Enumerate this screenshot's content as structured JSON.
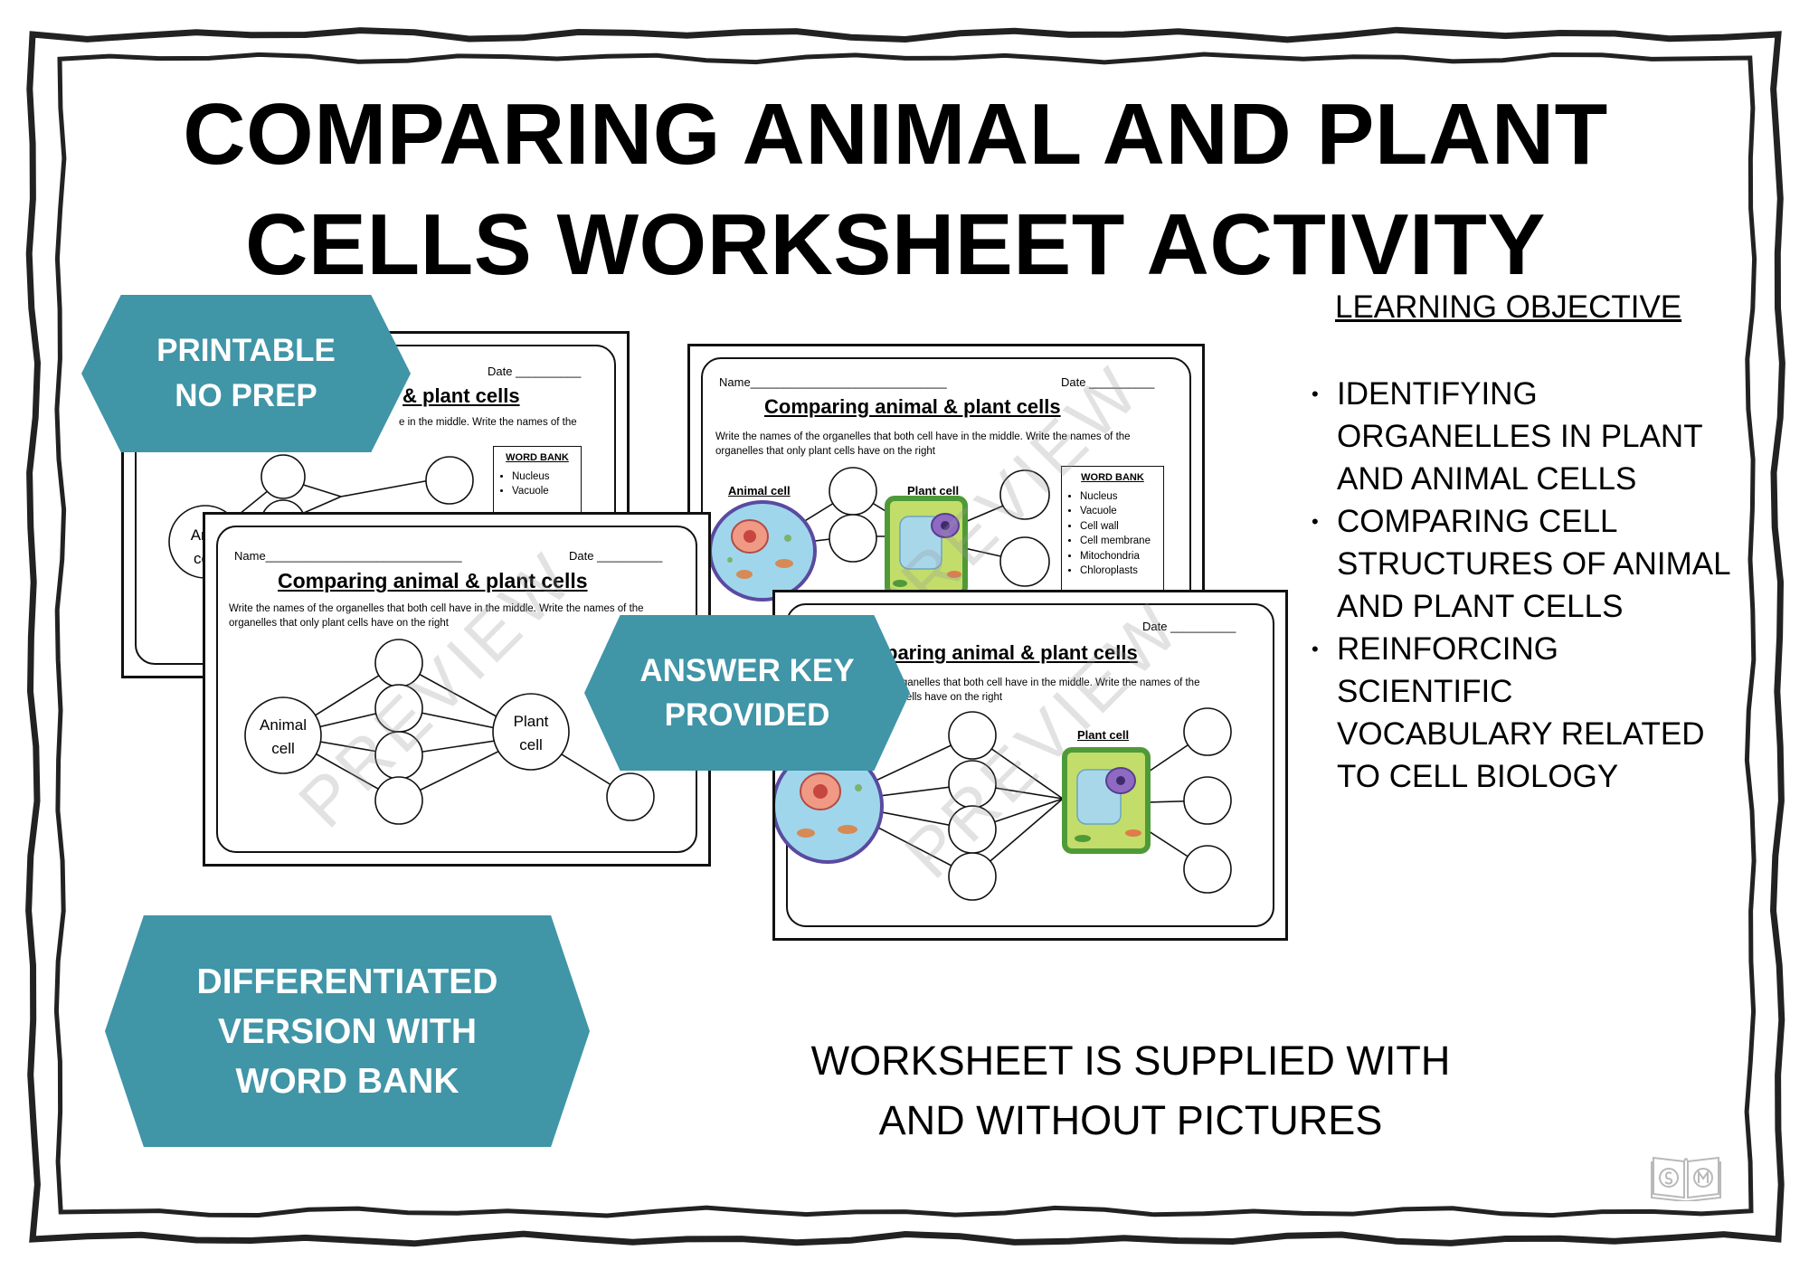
{
  "title": {
    "line1": "COMPARING ANIMAL AND PLANT",
    "line2": "CELLS WORKSHEET ACTIVITY"
  },
  "learning_objective": {
    "heading": "LEARNING OBJECTIVE",
    "items": [
      "IDENTIFYING ORGANELLES IN PLANT AND ANIMAL CELLS",
      "COMPARING CELL STRUCTURES OF ANIMAL AND PLANT CELLS",
      "REINFORCING SCIENTIFIC VOCABULARY RELATED TO CELL BIOLOGY"
    ]
  },
  "badges": {
    "printable": {
      "line1": "PRINTABLE",
      "line2": "NO PREP"
    },
    "answer_key": {
      "line1": "ANSWER KEY",
      "line2": "PROVIDED"
    },
    "differentiated": {
      "line1": "DIFFERENTIATED",
      "line2": "VERSION WITH",
      "line3": "WORD BANK"
    }
  },
  "footnote": {
    "line1": "WORKSHEET IS SUPPLIED WITH",
    "line2": "AND WITHOUT PICTURES"
  },
  "worksheet": {
    "name_field": "Name______________________________",
    "date_field": "Date __________",
    "title": "Comparing animal & plant cells",
    "title_partial": "& plant cells",
    "title_partial_right": "paring animal & plant cells",
    "instruction_line1": "Write the names of the organelles that both cell have in the middle. Write the names of the",
    "instruction_line2": "organelles that only plant cells have on the right",
    "instruction_partial1": "e in the middle. Write the names of the",
    "instruction_partial2_line1": "e organelles that both cell have in the middle. Write the names of the",
    "instruction_partial2_line2": "ant cells have on the right",
    "word_bank_heading": "WORD BANK",
    "word_bank_full": [
      "Nucleus",
      "Vacuole",
      "Cell wall",
      "Cell membrane",
      "Mitochondria",
      "Chloroplasts"
    ],
    "word_bank_short": [
      "Nucleus",
      "Vacuole"
    ],
    "animal_cell_label": "Animal cell",
    "plant_cell_label": "Plant cell",
    "circle_animal": {
      "line1": "Animal",
      "line2": "cell"
    },
    "circle_plant": {
      "line1": "Plant",
      "line2": "cell"
    },
    "circle_partial_animal": {
      "line1": "Ani",
      "line2": "ce"
    },
    "watermark": "PREVIEW"
  },
  "colors": {
    "badge": "#4095a7",
    "text": "#000000",
    "frame": "#222222"
  }
}
